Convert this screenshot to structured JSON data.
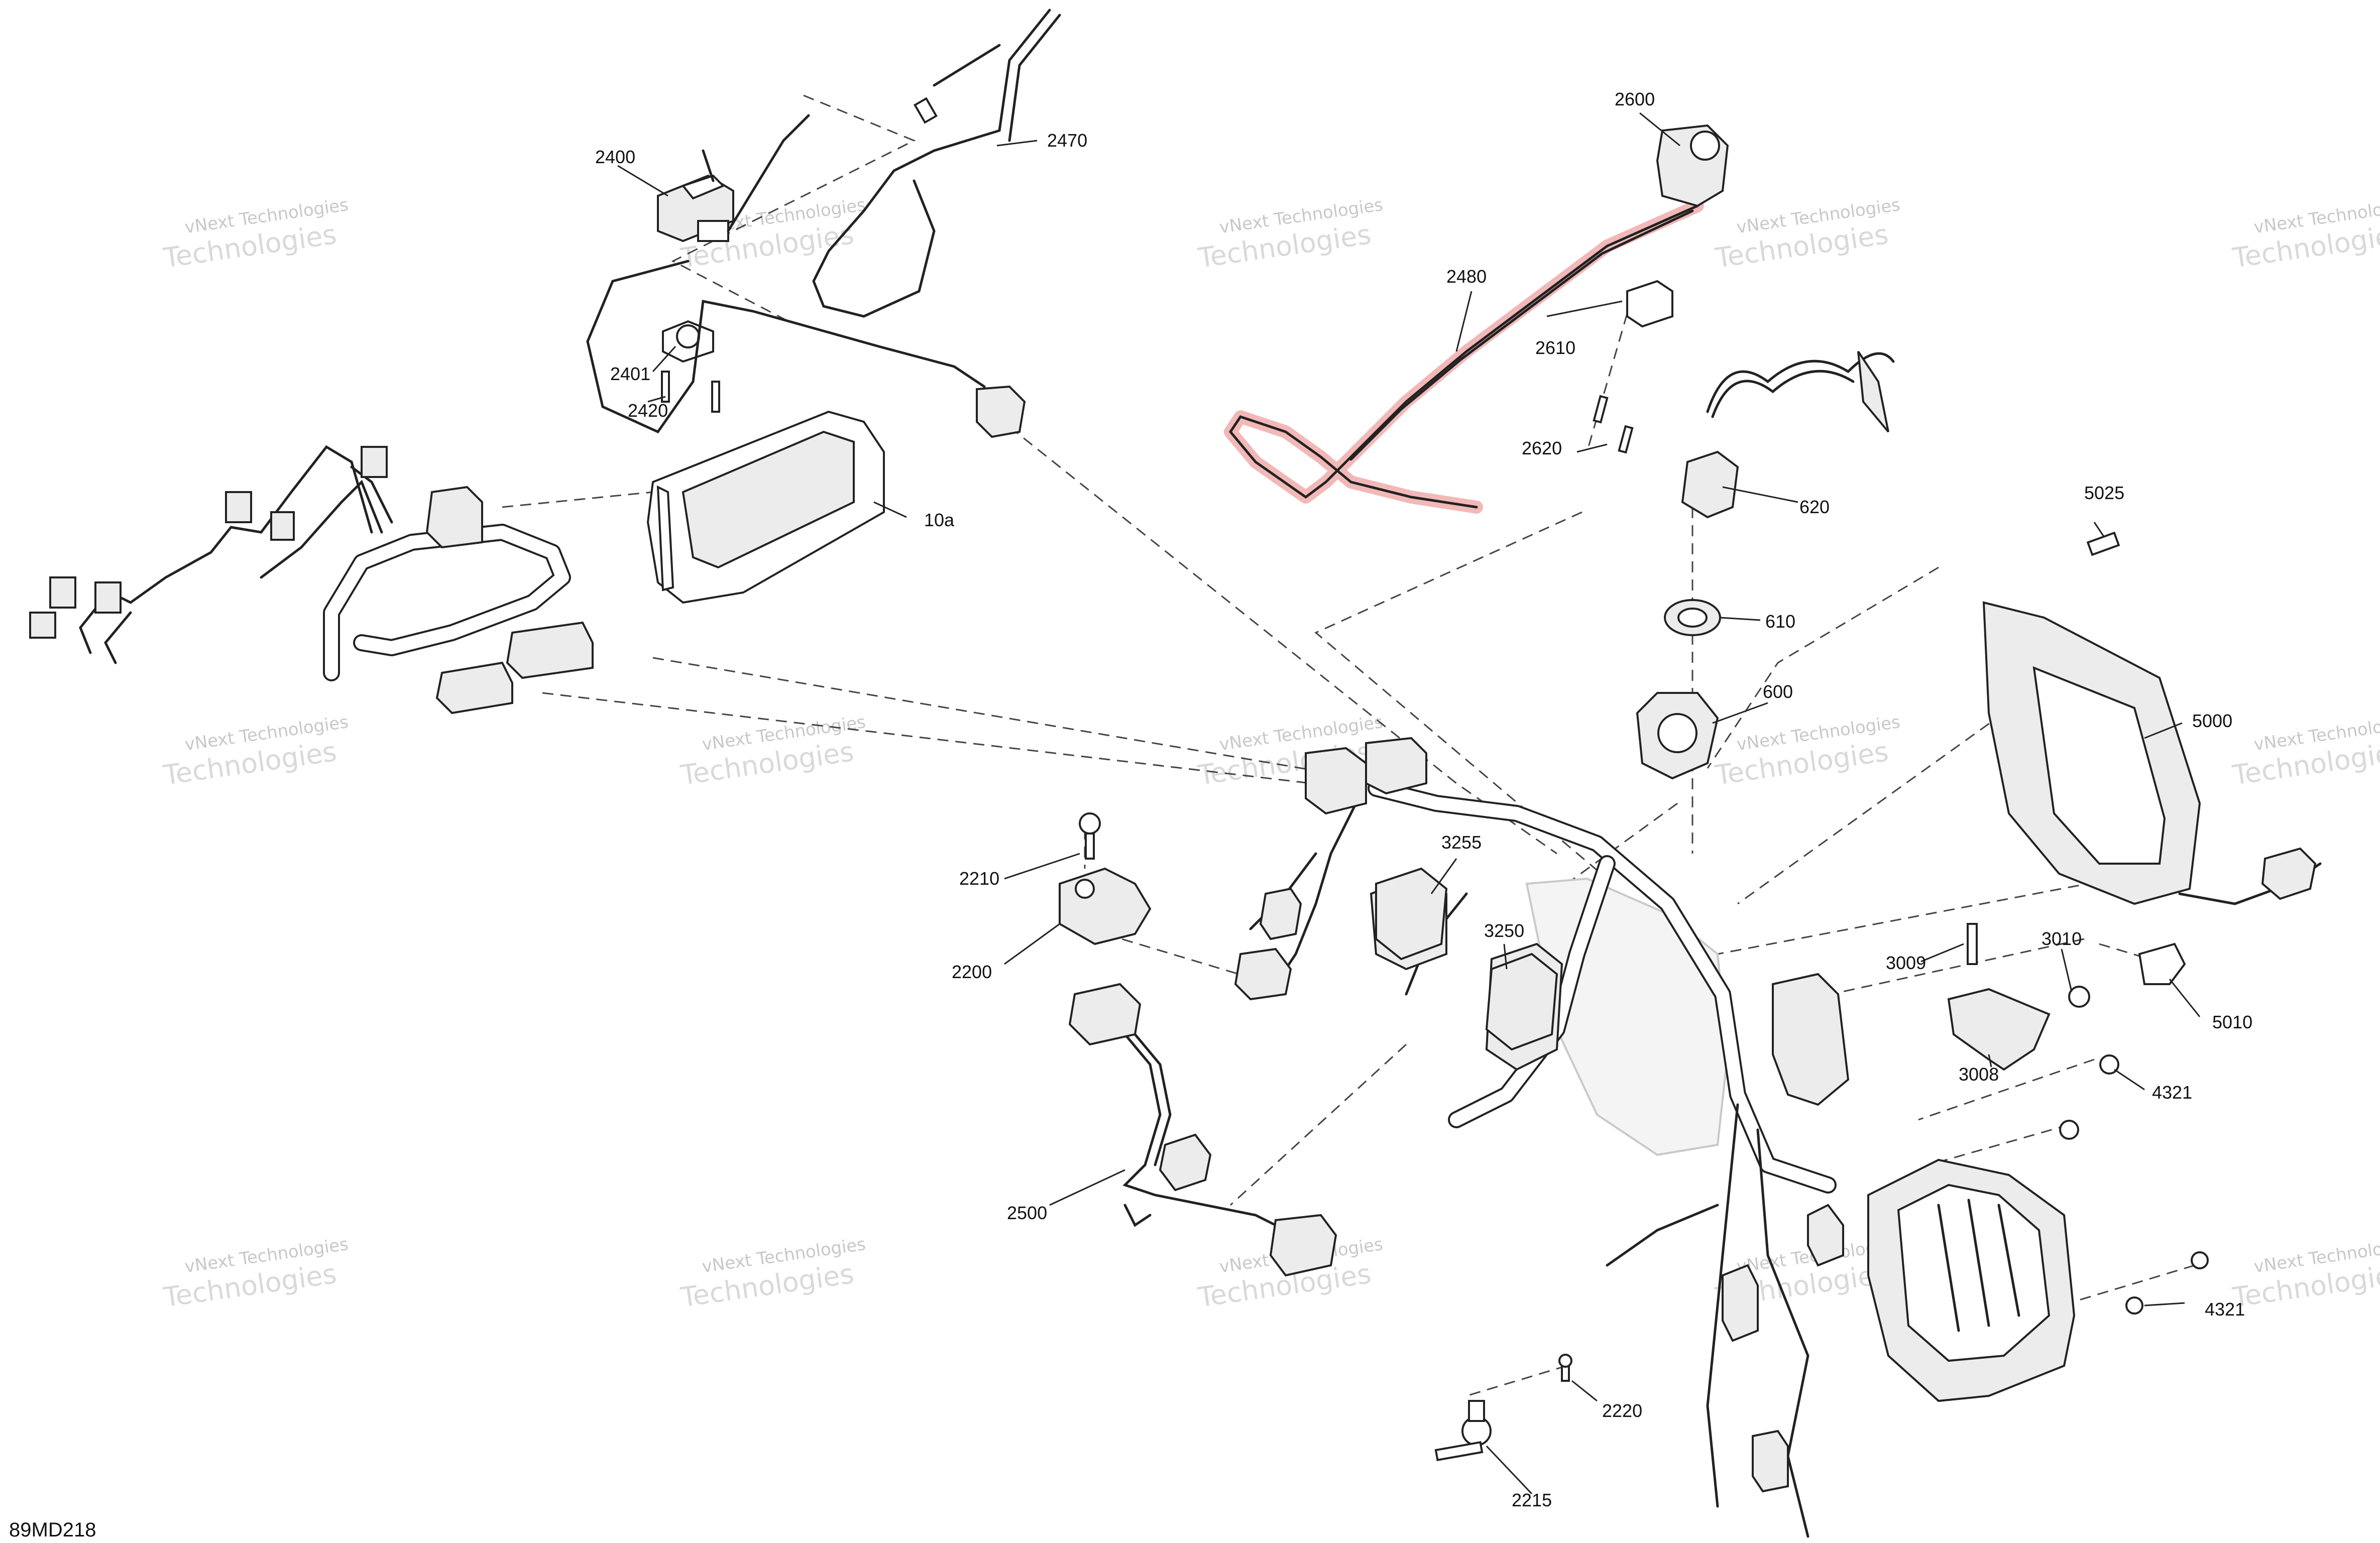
{
  "diagram_code": "89MD218",
  "watermark": {
    "line1": "vNext Technologies",
    "line2": "Technologies",
    "color": "#c8c8c8"
  },
  "highlight_color": "#f2b8b8",
  "callouts": {
    "c2470": "2470",
    "c2400": "2400",
    "c2401": "2401",
    "c2420": "2420",
    "c10a": "10a",
    "c2600": "2600",
    "c2480": "2480",
    "c2610": "2610",
    "c2620": "2620",
    "c620": "620",
    "c5025": "5025",
    "c610": "610",
    "c600": "600",
    "c5000": "5000",
    "c3255": "3255",
    "c2210": "2210",
    "c2200": "2200",
    "c3250": "3250",
    "c3009": "3009",
    "c3010": "3010",
    "c5010": "5010",
    "c3008": "3008",
    "c4321a": "4321",
    "c2500": "2500",
    "c4321b": "4321",
    "c2220": "2220",
    "c2215": "2215"
  }
}
